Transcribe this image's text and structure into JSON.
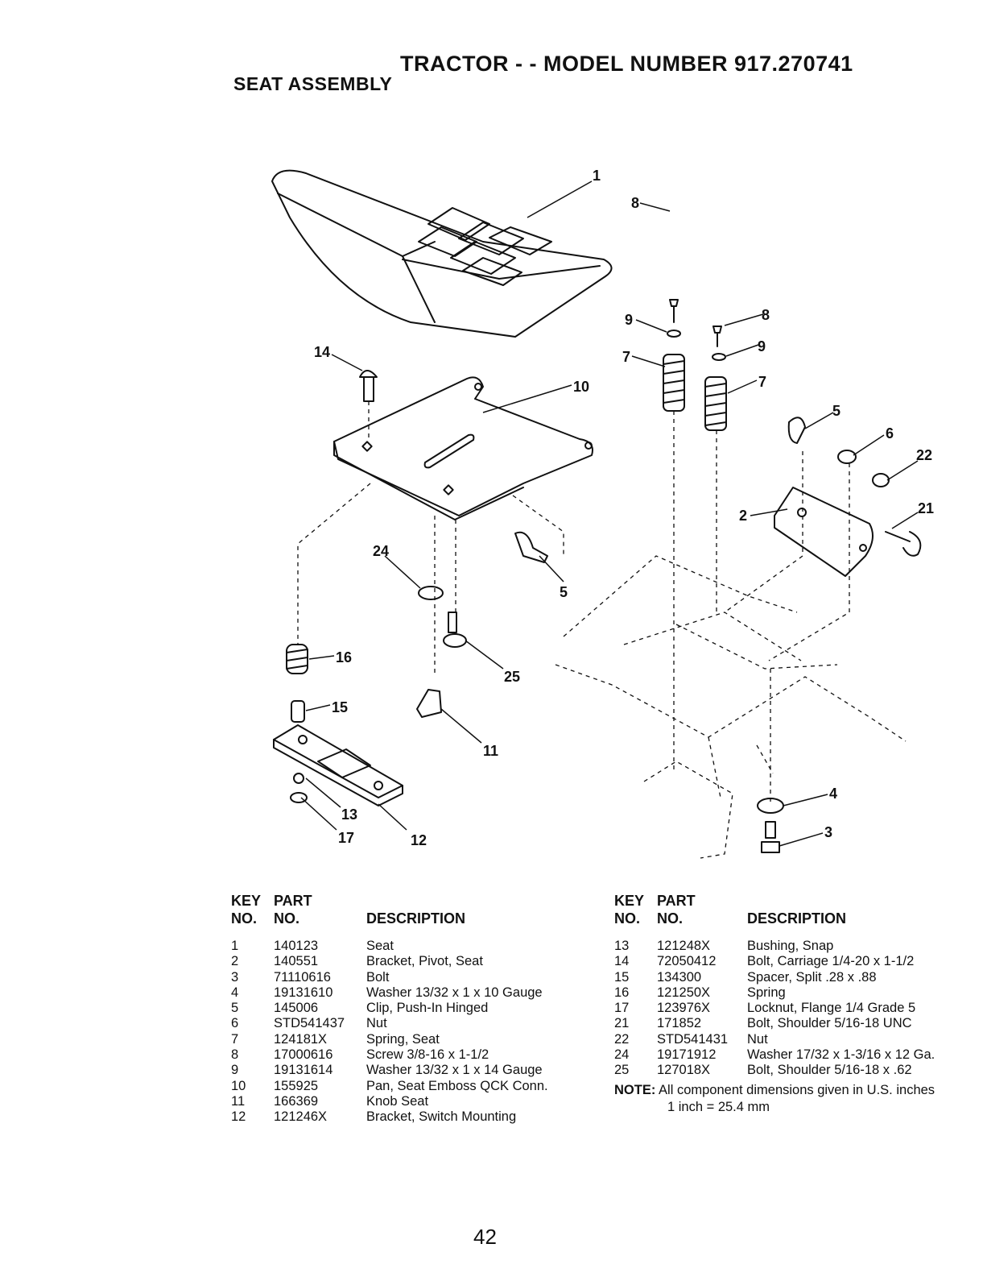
{
  "header": {
    "title": "TRACTOR - - MODEL NUMBER 917.270741",
    "section": "SEAT ASSEMBLY"
  },
  "diagram": {
    "callouts": [
      "1",
      "8",
      "9",
      "7",
      "8",
      "9",
      "7",
      "14",
      "10",
      "5",
      "6",
      "22",
      "2",
      "21",
      "24",
      "5",
      "16",
      "25",
      "15",
      "11",
      "13",
      "17",
      "12",
      "4",
      "3"
    ]
  },
  "table_left": {
    "header": {
      "key_line1": "KEY",
      "key_line2": "NO.",
      "part_line1": "PART",
      "part_line2": "NO.",
      "description": "DESCRIPTION"
    },
    "rows": [
      {
        "key": "1",
        "part": "140123",
        "desc": "Seat"
      },
      {
        "key": "2",
        "part": "140551",
        "desc": "Bracket, Pivot, Seat"
      },
      {
        "key": "3",
        "part": "71110616",
        "desc": "Bolt"
      },
      {
        "key": "4",
        "part": "19131610",
        "desc": "Washer 13/32 x 1 x 10 Gauge"
      },
      {
        "key": "5",
        "part": "145006",
        "desc": "Clip, Push-In Hinged"
      },
      {
        "key": "6",
        "part": "STD541437",
        "desc": "Nut"
      },
      {
        "key": "7",
        "part": "124181X",
        "desc": "Spring, Seat"
      },
      {
        "key": "8",
        "part": "17000616",
        "desc": "Screw 3/8-16 x 1-1/2"
      },
      {
        "key": "9",
        "part": "19131614",
        "desc": "Washer 13/32 x 1 x 14 Gauge"
      },
      {
        "key": "10",
        "part": "155925",
        "desc": "Pan, Seat Emboss QCK Conn."
      },
      {
        "key": "11",
        "part": "166369",
        "desc": "Knob Seat"
      },
      {
        "key": "12",
        "part": "121246X",
        "desc": "Bracket, Switch Mounting"
      }
    ]
  },
  "table_right": {
    "header": {
      "key_line1": "KEY",
      "key_line2": "NO.",
      "part_line1": "PART",
      "part_line2": "NO.",
      "description": "DESCRIPTION"
    },
    "rows": [
      {
        "key": "13",
        "part": "121248X",
        "desc": "Bushing, Snap"
      },
      {
        "key": "14",
        "part": "72050412",
        "desc": "Bolt, Carriage 1/4-20 x 1-1/2"
      },
      {
        "key": "15",
        "part": "134300",
        "desc": "Spacer, Split .28 x .88"
      },
      {
        "key": "16",
        "part": "121250X",
        "desc": "Spring"
      },
      {
        "key": "17",
        "part": "123976X",
        "desc": "Locknut, Flange 1/4 Grade 5"
      },
      {
        "key": "21",
        "part": "171852",
        "desc": "Bolt, Shoulder 5/16-18 UNC"
      },
      {
        "key": "22",
        "part": "STD541431",
        "desc": "Nut"
      },
      {
        "key": "24",
        "part": "19171912",
        "desc": "Washer 17/32 x 1-3/16 x 12 Ga."
      },
      {
        "key": "25",
        "part": "127018X",
        "desc": "Bolt, Shoulder 5/16-18 x .62"
      }
    ]
  },
  "note": {
    "label": "NOTE:",
    "text": "All component dimensions given in U.S. inches",
    "conversion": "1 inch = 25.4 mm"
  },
  "page_number": "42"
}
